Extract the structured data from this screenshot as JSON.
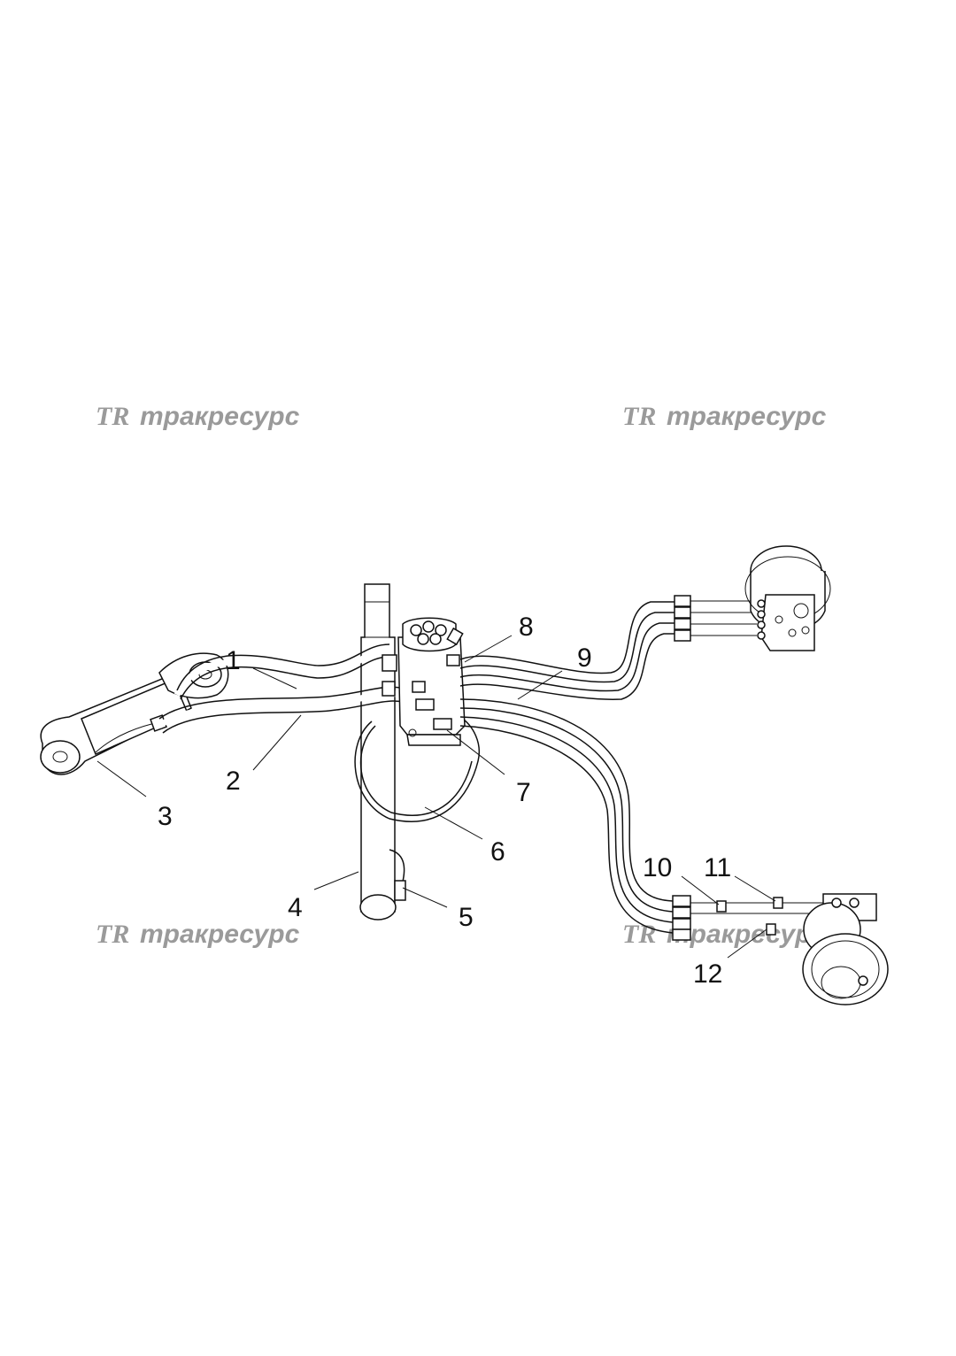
{
  "watermarks": [
    {
      "logo": "TR",
      "text": "тракресурс"
    },
    {
      "logo": "TR",
      "text": "тракресурс"
    },
    {
      "logo": "TR",
      "text": "тракресурс"
    },
    {
      "logo": "TR",
      "text": "тракресурс"
    }
  ],
  "callouts": [
    "1",
    "2",
    "3",
    "4",
    "5",
    "6",
    "7",
    "8",
    "9",
    "10",
    "11",
    "12"
  ]
}
